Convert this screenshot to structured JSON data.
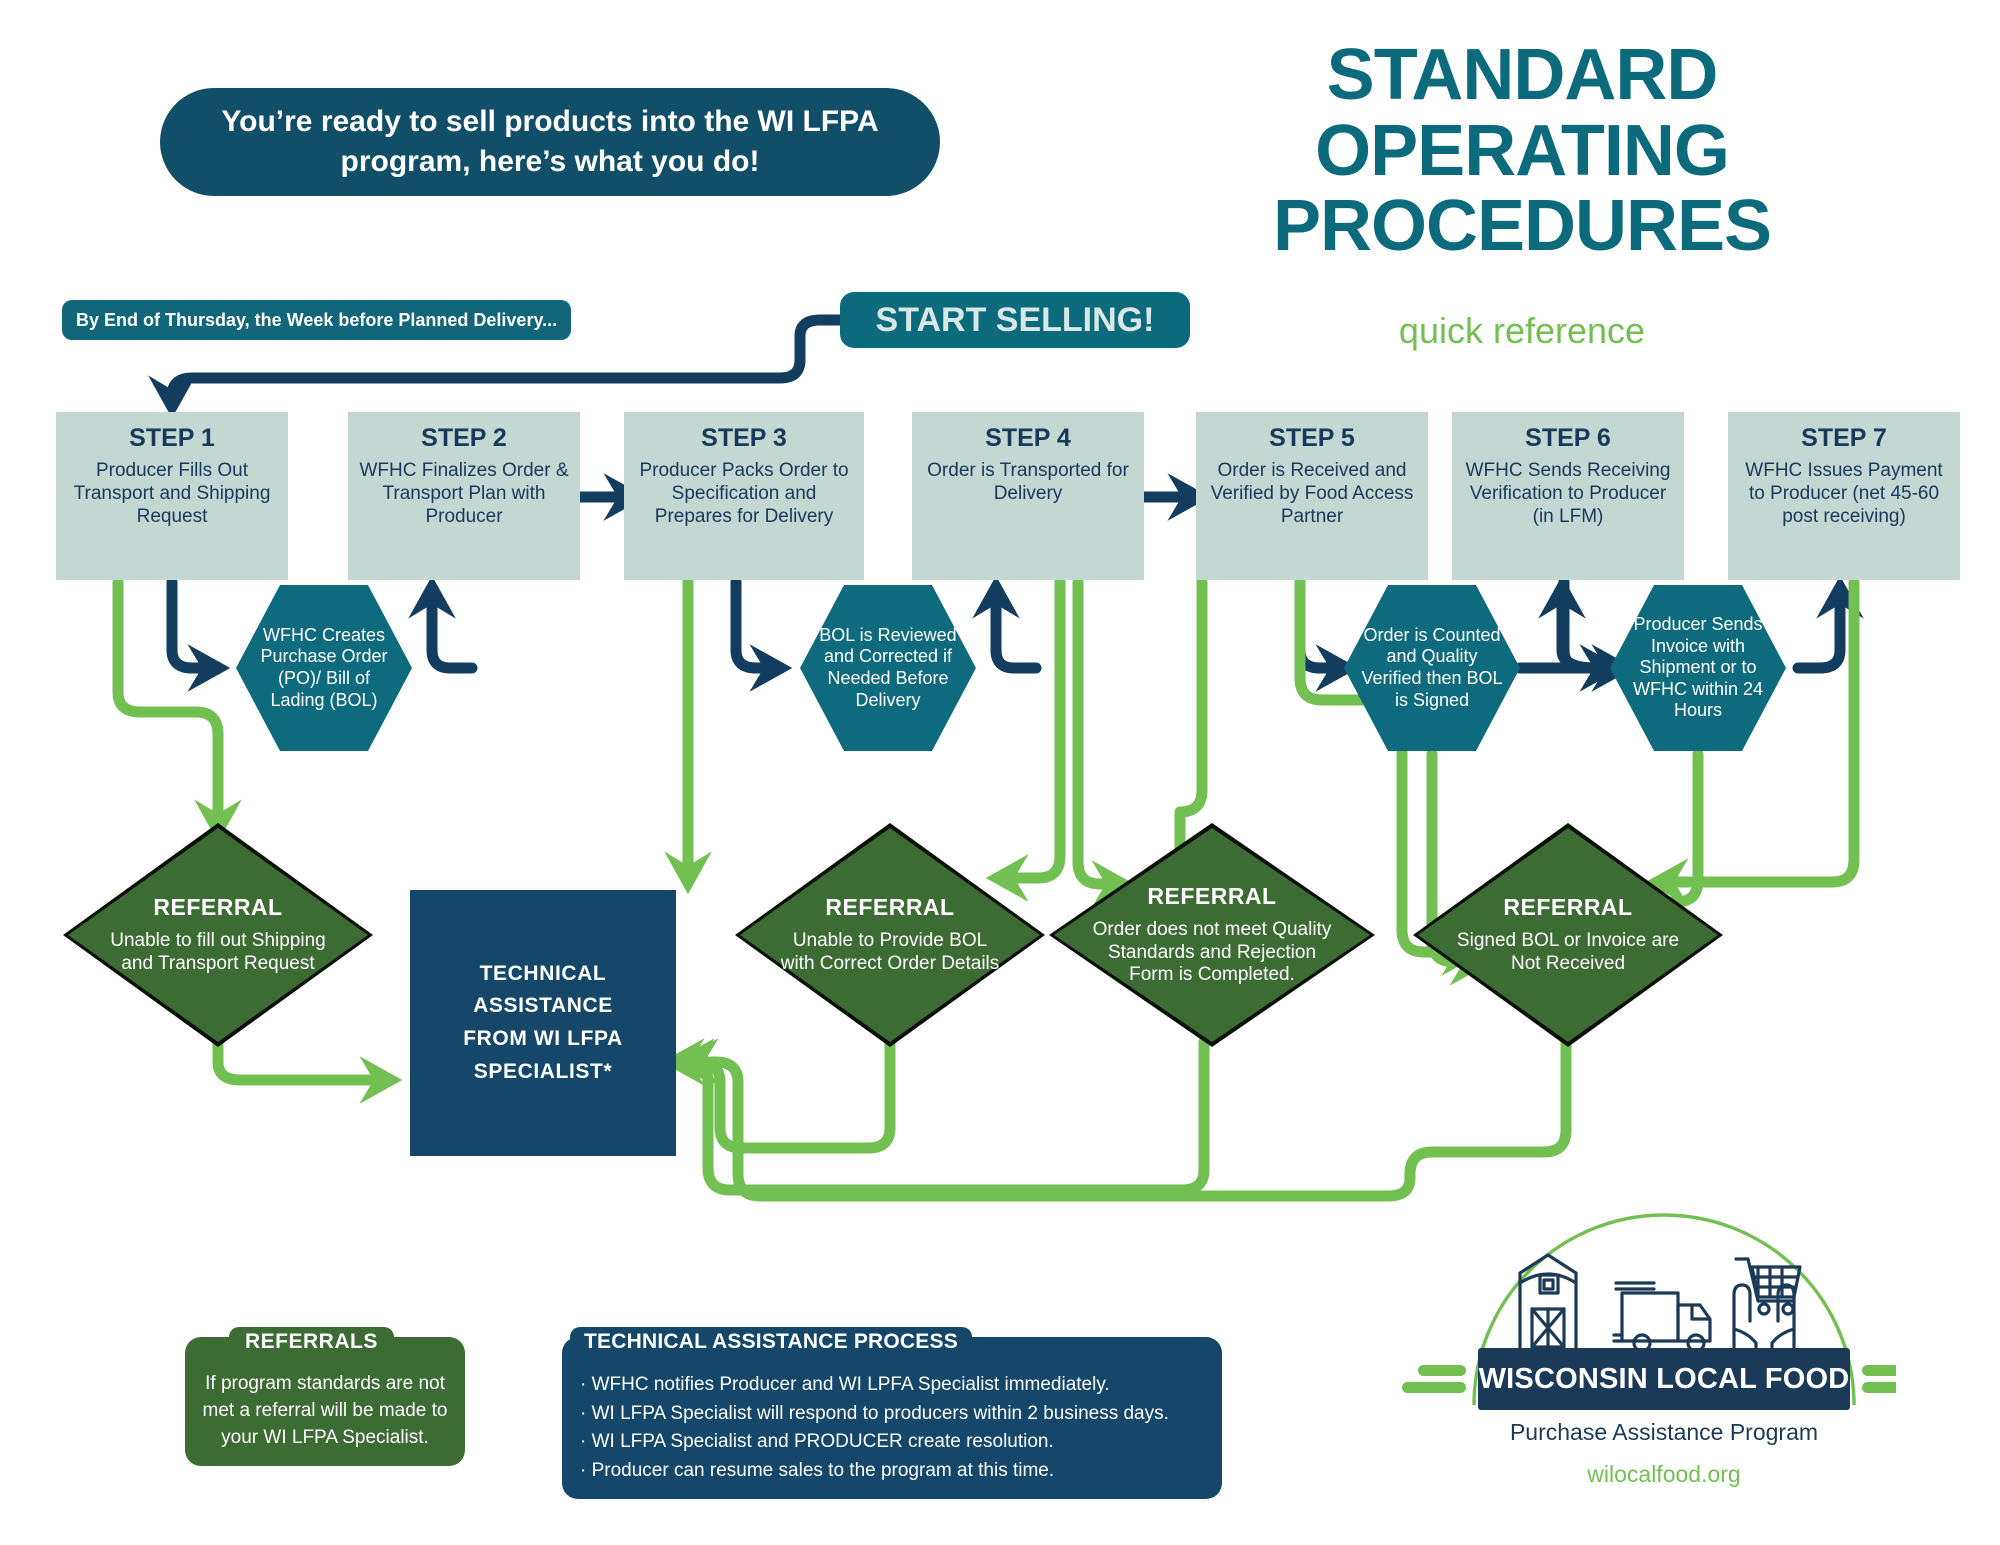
{
  "header": {
    "intro": "You’re ready to sell products into the WI LFPA program, here’s what you do!",
    "title_line1": "STANDARD",
    "title_line2": "OPERATING",
    "title_line3": "PROCEDURES",
    "subtitle": "quick reference"
  },
  "banners": {
    "deadline": "By End of Thursday, the Week before Planned Delivery...",
    "start": "START SELLING!"
  },
  "steps": [
    {
      "title": "STEP 1",
      "body": "Producer Fills Out Transport and Shipping Request"
    },
    {
      "title": "STEP 2",
      "body": "WFHC Finalizes Order & Transport Plan with Producer"
    },
    {
      "title": "STEP 3",
      "body": "Producer Packs Order to Specification and Prepares for Delivery"
    },
    {
      "title": "STEP 4",
      "body": "Order is Transported for Delivery"
    },
    {
      "title": "STEP 5",
      "body": "Order is Received and Verified by Food Access Partner"
    },
    {
      "title": "STEP 6",
      "body": "WFHC Sends Receiving Verification to Producer (in LFM)"
    },
    {
      "title": "STEP 7",
      "body": "WFHC Issues Payment to Producer (net 45-60 post receiving)"
    }
  ],
  "hexagons": [
    {
      "text": "WFHC Creates Purchase Order (PO)/ Bill of Lading (BOL)"
    },
    {
      "text": "BOL is Reviewed and Corrected if Needed Before Delivery"
    },
    {
      "text": "Order is Counted and Quality Verified then BOL is Signed"
    },
    {
      "text": "Producer Sends Invoice with Shipment or to WFHC within 24 Hours"
    }
  ],
  "referrals": [
    {
      "title": "REFERRAL",
      "body": "Unable to fill out Shipping and Transport Request"
    },
    {
      "title": "REFERRAL",
      "body": "Unable to Provide BOL with Correct Order Details"
    },
    {
      "title": "REFERRAL",
      "body": "Order does not meet Quality Standards and Rejection Form is Completed."
    },
    {
      "title": "REFERRAL",
      "body": "Signed BOL or Invoice are Not Received"
    }
  ],
  "starburst": {
    "line1": "TECHNICAL",
    "line2": "ASSISTANCE",
    "line3": "FROM WI LFPA",
    "line4": "SPECIALIST*"
  },
  "footer": {
    "referrals_title": "REFERRALS",
    "referrals_body": "If program standards are not met a referral will be made to your WI LFPA Specialist.",
    "process_title": "TECHNICAL ASSISTANCE PROCESS",
    "process_items": [
      "· WFHC notifies Producer and WI LPFA Specialist immediately.",
      "· WI LFPA Specialist will respond to producers within 2 business days.",
      "· WI LFPA Specialist and PRODUCER create resolution.",
      "· Producer can resume sales to the program at this time."
    ]
  },
  "logo": {
    "band": "WISCONSIN LOCAL FOOD",
    "sub": "Purchase Assistance Program",
    "url": "wilocalfood.org"
  },
  "colors": {
    "navy": "#14476a",
    "teal": "#0b6b7d",
    "dark_teal": "#114f68",
    "light_green": "#72bf52",
    "dark_green": "#3c6b33",
    "step_fill": "#c3d8d2",
    "arrow_navy": "#123d5e"
  }
}
